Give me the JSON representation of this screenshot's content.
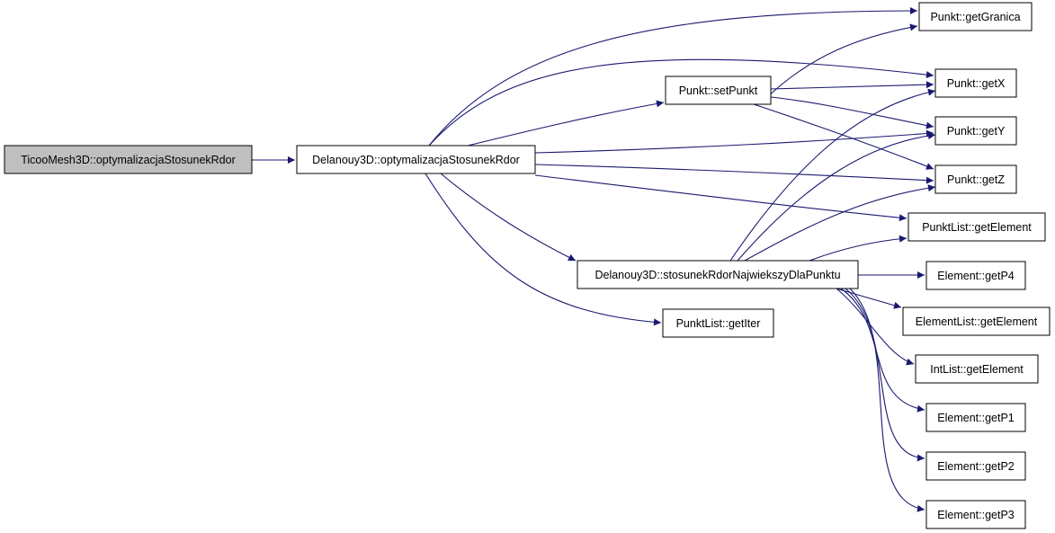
{
  "diagram": {
    "edge_color": "#191970",
    "root_fill": "#bfbfbf",
    "nodes": {
      "ticoo": {
        "label": "TicooMesh3D::optymalizacjaStosunekRdor",
        "root": true
      },
      "opt": {
        "label": "Delanouy3D::optymalizacjaStosunekRdor"
      },
      "setpunkt": {
        "label": "Punkt::setPunkt"
      },
      "stosunek": {
        "label": "Delanouy3D::stosunekRdorNajwiekszyDlaPunktu"
      },
      "getiter": {
        "label": "PunktList::getIter"
      },
      "getgranica": {
        "label": "Punkt::getGranica"
      },
      "getx": {
        "label": "Punkt::getX"
      },
      "gety": {
        "label": "Punkt::getY"
      },
      "getz": {
        "label": "Punkt::getZ"
      },
      "plgetelement": {
        "label": "PunktList::getElement"
      },
      "getp4": {
        "label": "Element::getP4"
      },
      "elgetelement": {
        "label": "ElementList::getElement"
      },
      "ilgetelement": {
        "label": "IntList::getElement"
      },
      "getp1": {
        "label": "Element::getP1"
      },
      "getp2": {
        "label": "Element::getP2"
      },
      "getp3": {
        "label": "Element::getP3"
      }
    },
    "edges": [
      {
        "from": "ticoo",
        "to": "opt"
      },
      {
        "from": "opt",
        "to": "getgranica"
      },
      {
        "from": "opt",
        "to": "getx"
      },
      {
        "from": "opt",
        "to": "setpunkt"
      },
      {
        "from": "opt",
        "to": "gety"
      },
      {
        "from": "opt",
        "to": "getz"
      },
      {
        "from": "opt",
        "to": "plgetelement"
      },
      {
        "from": "opt",
        "to": "stosunek"
      },
      {
        "from": "opt",
        "to": "getiter"
      },
      {
        "from": "setpunkt",
        "to": "getgranica"
      },
      {
        "from": "setpunkt",
        "to": "getx"
      },
      {
        "from": "setpunkt",
        "to": "gety"
      },
      {
        "from": "setpunkt",
        "to": "getz"
      },
      {
        "from": "stosunek",
        "to": "getx"
      },
      {
        "from": "stosunek",
        "to": "gety"
      },
      {
        "from": "stosunek",
        "to": "getz"
      },
      {
        "from": "stosunek",
        "to": "plgetelement"
      },
      {
        "from": "stosunek",
        "to": "getp4"
      },
      {
        "from": "stosunek",
        "to": "elgetelement"
      },
      {
        "from": "stosunek",
        "to": "ilgetelement"
      },
      {
        "from": "stosunek",
        "to": "getp1"
      },
      {
        "from": "stosunek",
        "to": "getp2"
      },
      {
        "from": "stosunek",
        "to": "getp3"
      }
    ]
  }
}
